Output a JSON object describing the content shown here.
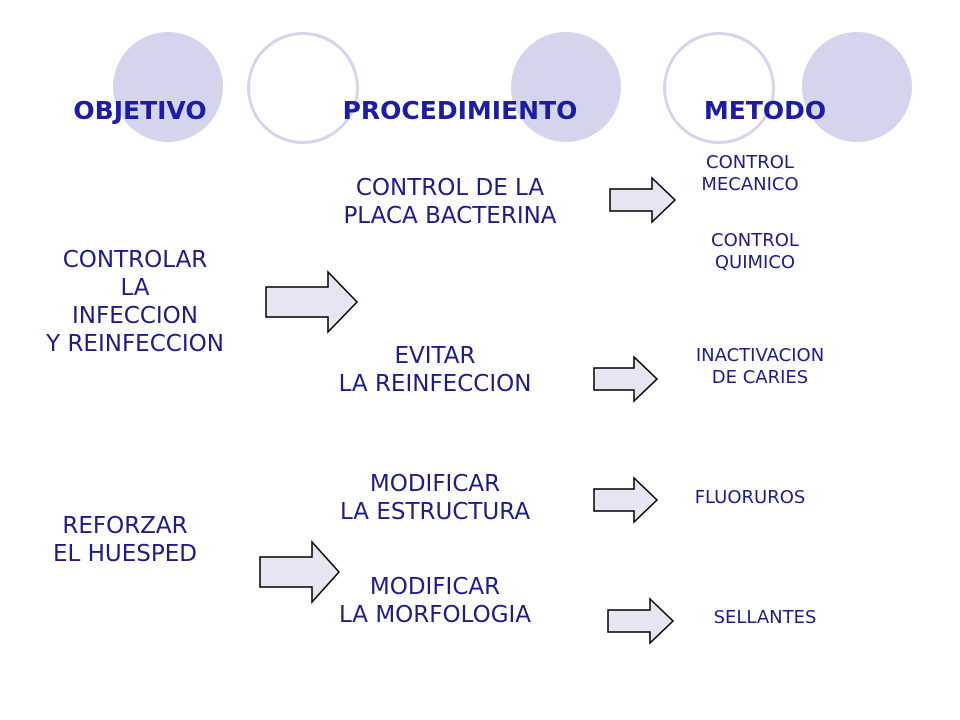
{
  "headers": {
    "objetivo": "OBJETIVO",
    "procedimiento": "PROCEDIMIENTO",
    "metodo": "METODO"
  },
  "objetivos": {
    "controlar": "CONTROLAR\nLA\nINFECCION\nY REINFECCION",
    "reforzar": "REFORZAR\nEL HUESPED"
  },
  "procedimientos": {
    "placa": "CONTROL DE LA\nPLACA BACTERINA",
    "evitar": "EVITAR\nLA REINFECCION",
    "estructura": "MODIFICAR\nLA ESTRUCTURA",
    "morfologia": "MODIFICAR\nLA MORFOLOGIA"
  },
  "metodos": {
    "mecanico": "CONTROL\nMECANICO",
    "quimico": "CONTROL\nQUIMICO",
    "inactivacion": "INACTIVACION\nDE CARIES",
    "fluoruros": "FLUORUROS",
    "sellantes": "SELLANTES"
  },
  "colors": {
    "text": "#1c1c8a",
    "circle": "#d4d4ec",
    "arrow_fill": "#e6e6f2"
  }
}
